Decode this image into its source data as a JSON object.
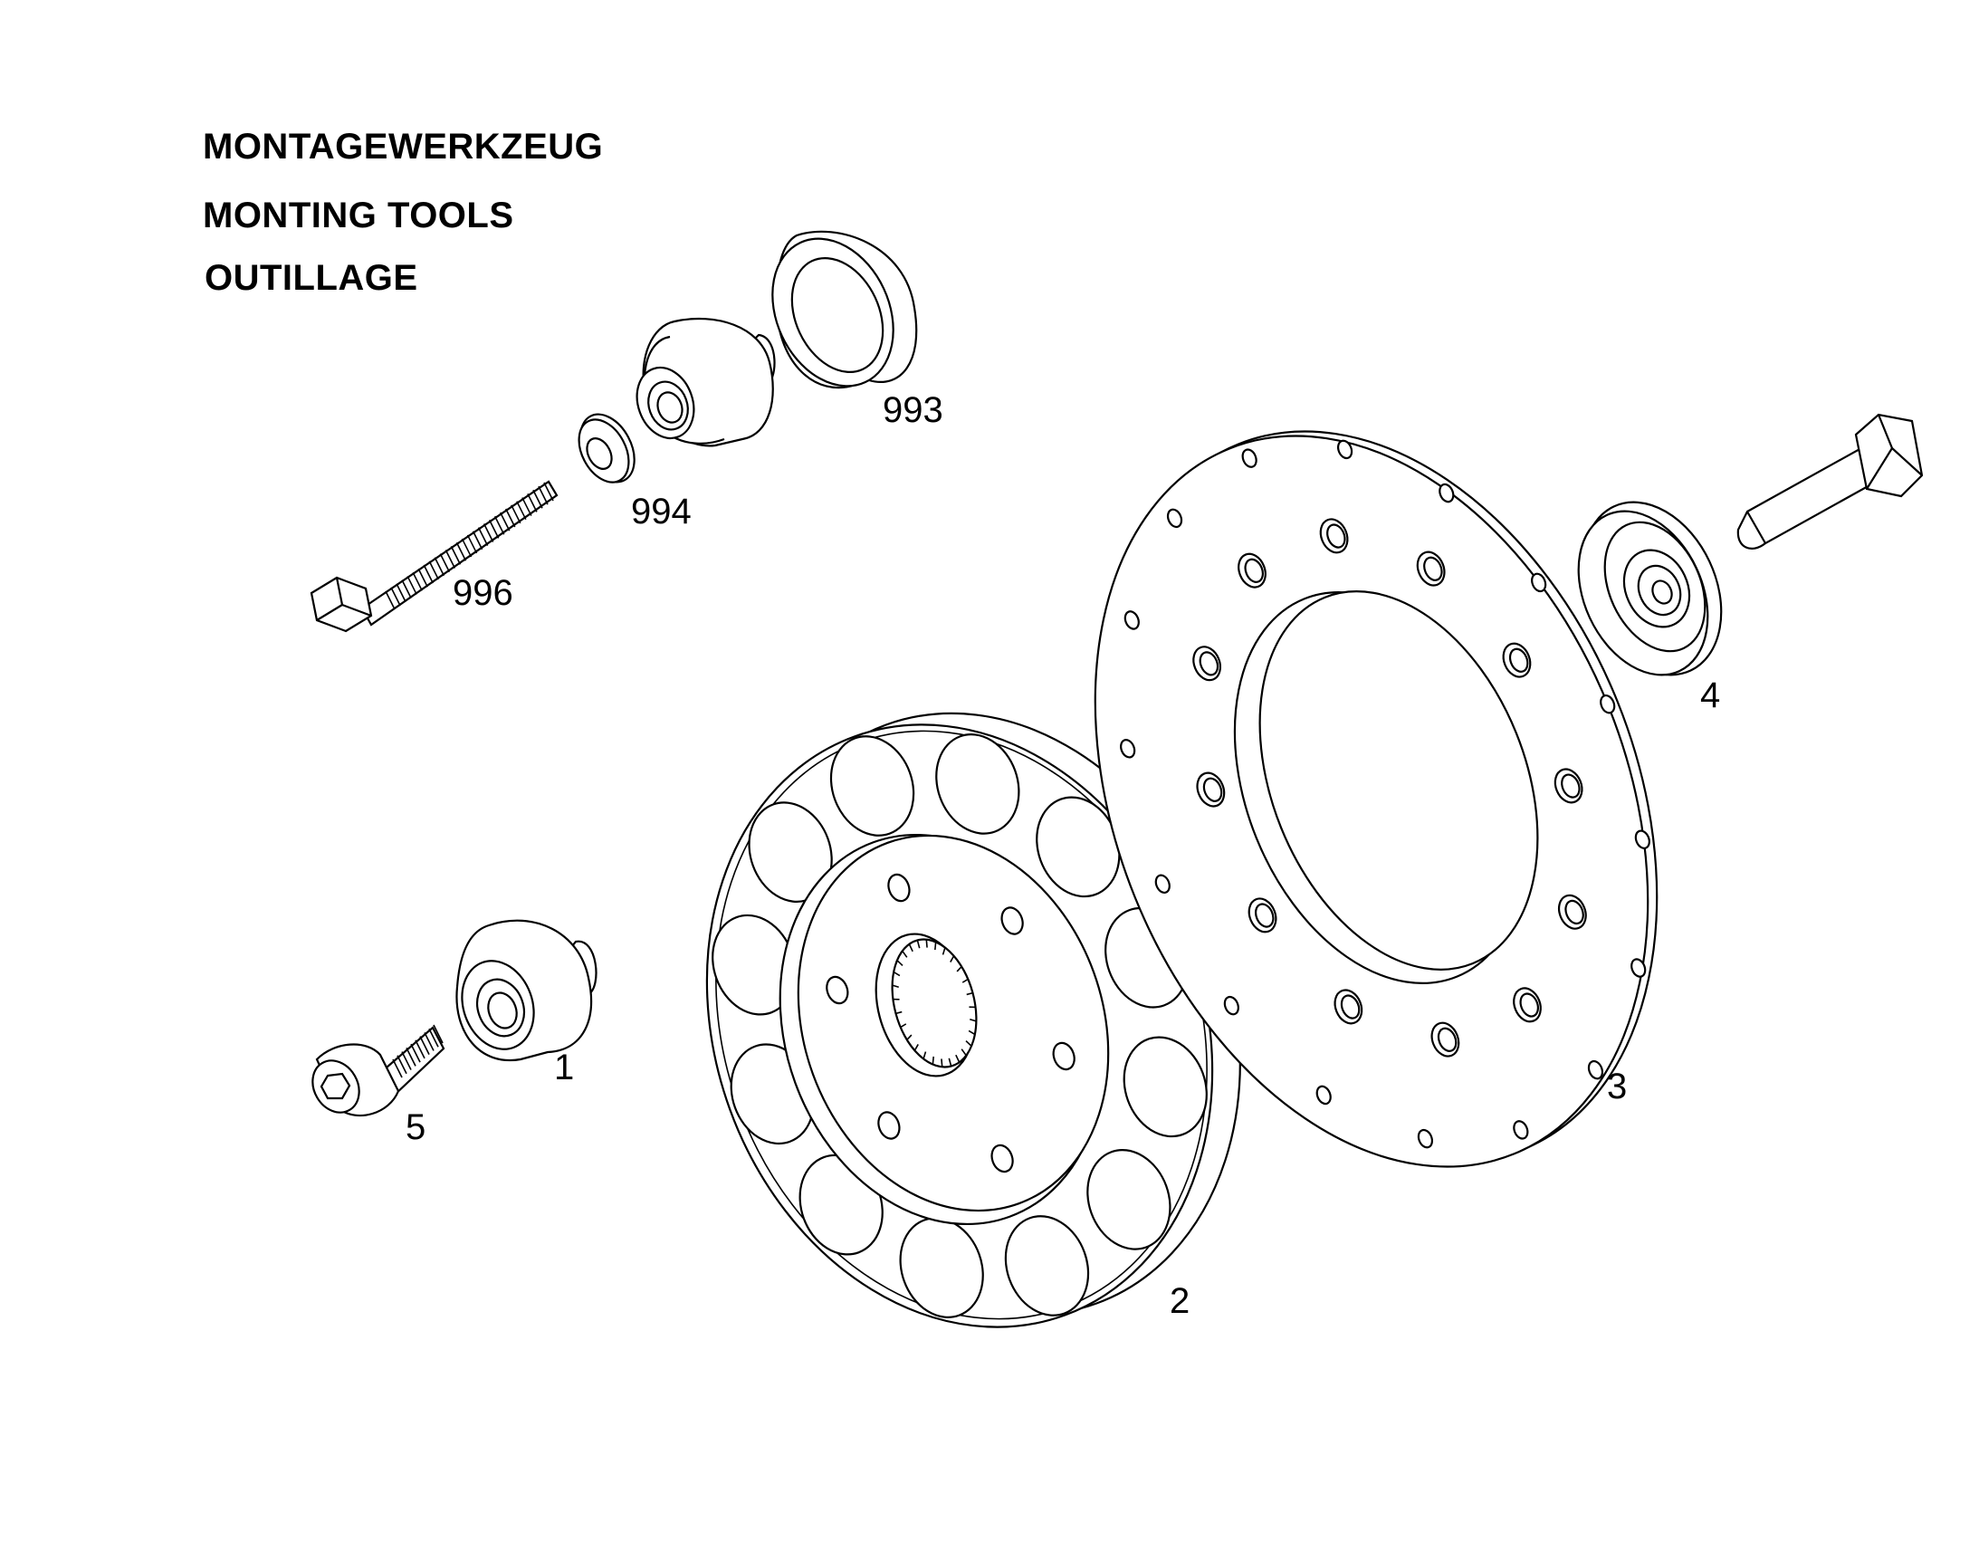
{
  "header": {
    "lines": [
      "MONTAGEWERKZEUG",
      "MONTING TOOLS",
      "OUTILLAGE"
    ]
  },
  "callouts": {
    "p1": "1",
    "p2": "2",
    "p3": "3",
    "p4": "4",
    "p5": "5",
    "p993": "993",
    "p994": "994",
    "p996": "996"
  }
}
